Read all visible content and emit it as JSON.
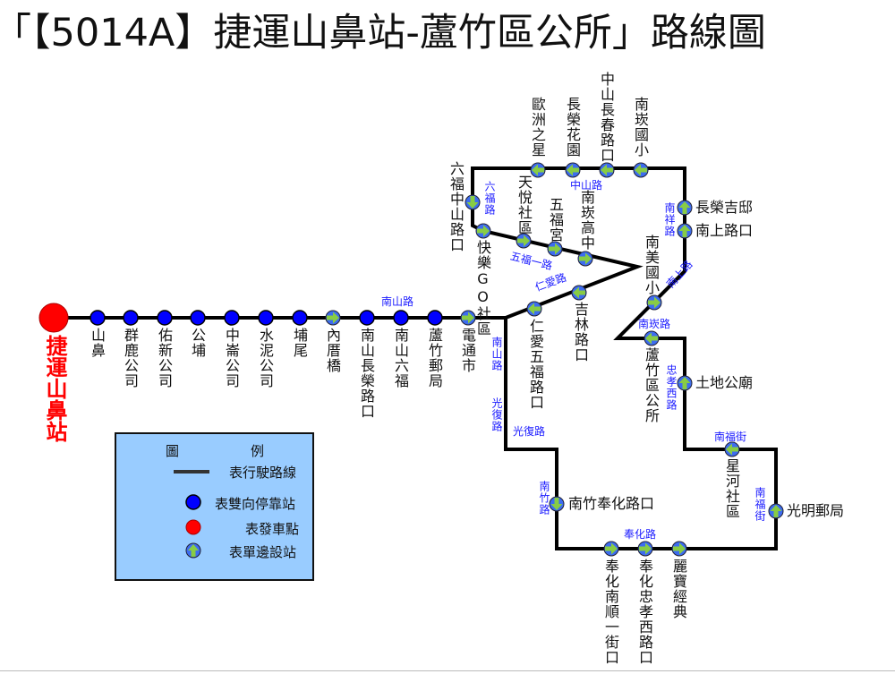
{
  "title": "「【5014A】捷運山鼻站-蘆竹區公所」路線圖",
  "start_station": "捷運山鼻站",
  "colors": {
    "route": "#000000",
    "stop": "#0000ff",
    "start": "#ff0000",
    "arrow": "#88cc44",
    "road_label": "#1a1aff"
  },
  "stations": [
    {
      "name": "山鼻",
      "type": "two-way"
    },
    {
      "name": "群鹿公司",
      "type": "two-way"
    },
    {
      "name": "佑新公司",
      "type": "two-way"
    },
    {
      "name": "公埔",
      "type": "two-way"
    },
    {
      "name": "中崙公司",
      "type": "two-way"
    },
    {
      "name": "水泥公司",
      "type": "two-way"
    },
    {
      "name": "埔尾",
      "type": "two-way"
    },
    {
      "name": "內厝橋",
      "type": "one-way"
    },
    {
      "name": "南山長榮路口",
      "type": "two-way"
    },
    {
      "name": "南山六福",
      "type": "two-way"
    },
    {
      "name": "蘆竹郵局",
      "type": "two-way"
    },
    {
      "name": "電通市",
      "type": "one-way"
    },
    {
      "name": "仁愛五福路口",
      "type": "one-way"
    },
    {
      "name": "吉林路口",
      "type": "one-way"
    },
    {
      "name": "南崁高中",
      "type": "one-way"
    },
    {
      "name": "五福宮",
      "type": "one-way"
    },
    {
      "name": "天悅社區",
      "type": "one-way"
    },
    {
      "name": "快樂GO社區",
      "type": "one-way"
    },
    {
      "name": "六福中山路口",
      "type": "one-way"
    },
    {
      "name": "歐洲之星",
      "type": "one-way"
    },
    {
      "name": "長榮花園",
      "type": "one-way"
    },
    {
      "name": "中山長春路口",
      "type": "one-way"
    },
    {
      "name": "南崁國小",
      "type": "one-way"
    },
    {
      "name": "長榮吉邸",
      "type": "one-way"
    },
    {
      "name": "南上路口",
      "type": "one-way"
    },
    {
      "name": "南美國小",
      "type": "one-way"
    },
    {
      "name": "蘆竹區公所",
      "type": "one-way"
    },
    {
      "name": "土地公廟",
      "type": "one-way"
    },
    {
      "name": "星河社區",
      "type": "one-way"
    },
    {
      "name": "光明郵局",
      "type": "one-way"
    },
    {
      "name": "麗寶經典",
      "type": "one-way"
    },
    {
      "name": "奉化忠孝西路口",
      "type": "one-way"
    },
    {
      "name": "奉化南順一街口",
      "type": "one-way"
    },
    {
      "name": "南竹奉化路口",
      "type": "one-way"
    }
  ],
  "roads": [
    "南山路",
    "六福路",
    "中山路",
    "五福一路",
    "仁愛路",
    "南祥路",
    "南上路",
    "南崁路",
    "南山路",
    "光復路",
    "光復路",
    "忠孝西路",
    "南福街",
    "南福街",
    "南竹路",
    "奉化路"
  ],
  "legend": {
    "title_left": "圖",
    "title_right": "例",
    "items": [
      {
        "icon": "route-line",
        "label": "表行駛路線"
      },
      {
        "icon": "two-way-stop",
        "label": "表雙向停靠站"
      },
      {
        "icon": "start-point",
        "label": "表發車點"
      },
      {
        "icon": "one-way-stop",
        "label": "表單邊設站"
      }
    ]
  }
}
